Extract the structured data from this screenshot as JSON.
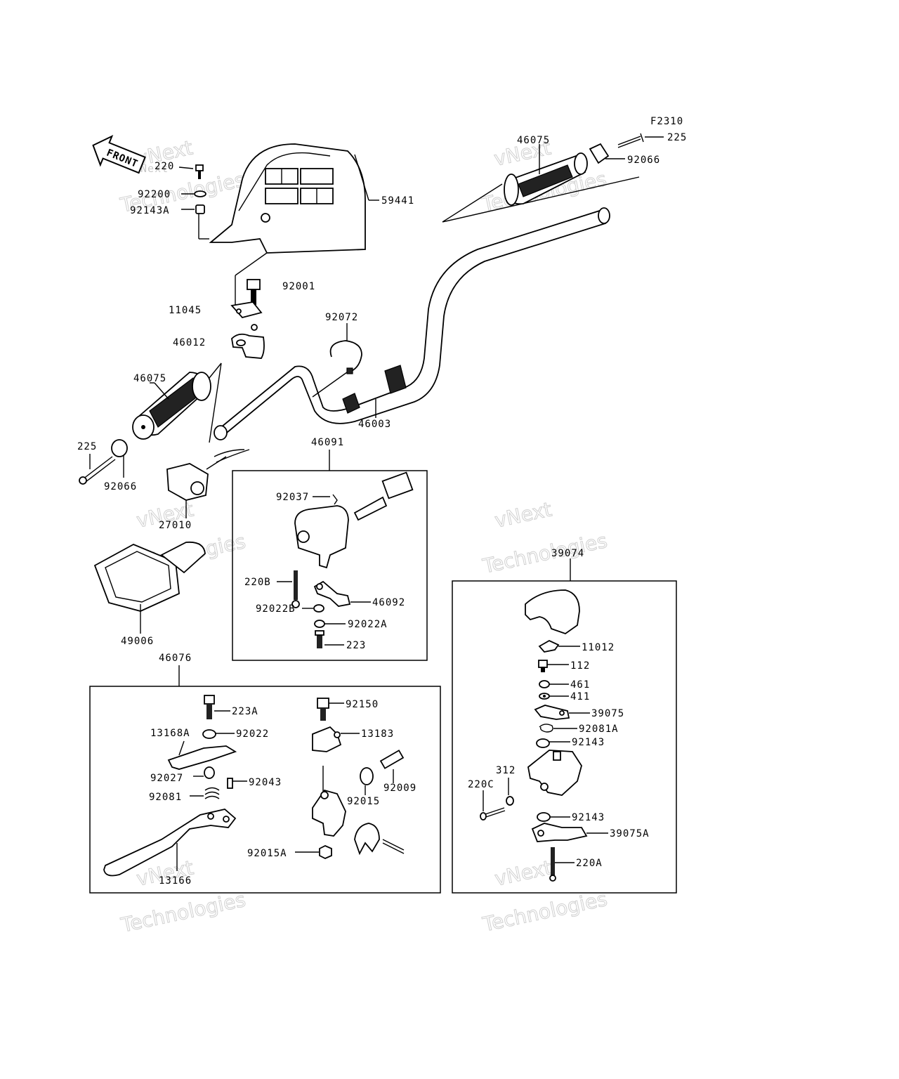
{
  "figure_code": "F2310",
  "front_arrow_label": "FRONT",
  "watermark": {
    "line1": "vNext",
    "line2": "Technologies"
  },
  "callouts": {
    "c225_top": "225",
    "c46075_top": "46075",
    "c92066_top": "92066",
    "c220": "220",
    "c92200": "92200",
    "c92143A": "92143A",
    "c59441": "59441",
    "c92001": "92001",
    "c11045": "11045",
    "c92072": "92072",
    "c46012": "46012",
    "c46075_left": "46075",
    "c46003": "46003",
    "c225_left": "225",
    "c92066_left": "92066",
    "c46091": "46091",
    "c27010": "27010",
    "c92037": "92037",
    "c220B": "220B",
    "c92022B": "92022B",
    "c46092": "46092",
    "c92022A_a": "92022A",
    "c223": "223",
    "c49006": "49006",
    "c39074": "39074",
    "c11012": "11012",
    "c112": "112",
    "c461": "461",
    "c411": "411",
    "c39075": "39075",
    "c92081A": "92081A",
    "c92143_a": "92143",
    "c312": "312",
    "c220C": "220C",
    "c92143_b": "92143",
    "c39075A": "39075A",
    "c220A": "220A",
    "c46076": "46076",
    "c223A": "223A",
    "c92022": "92022",
    "c13168A": "13168A",
    "c92027": "92027",
    "c92043": "92043",
    "c92081": "92081",
    "c13166": "13166",
    "c92150": "92150",
    "c13183": "13183",
    "c92009": "92009",
    "c92015": "92015",
    "c92015A": "92015A"
  }
}
